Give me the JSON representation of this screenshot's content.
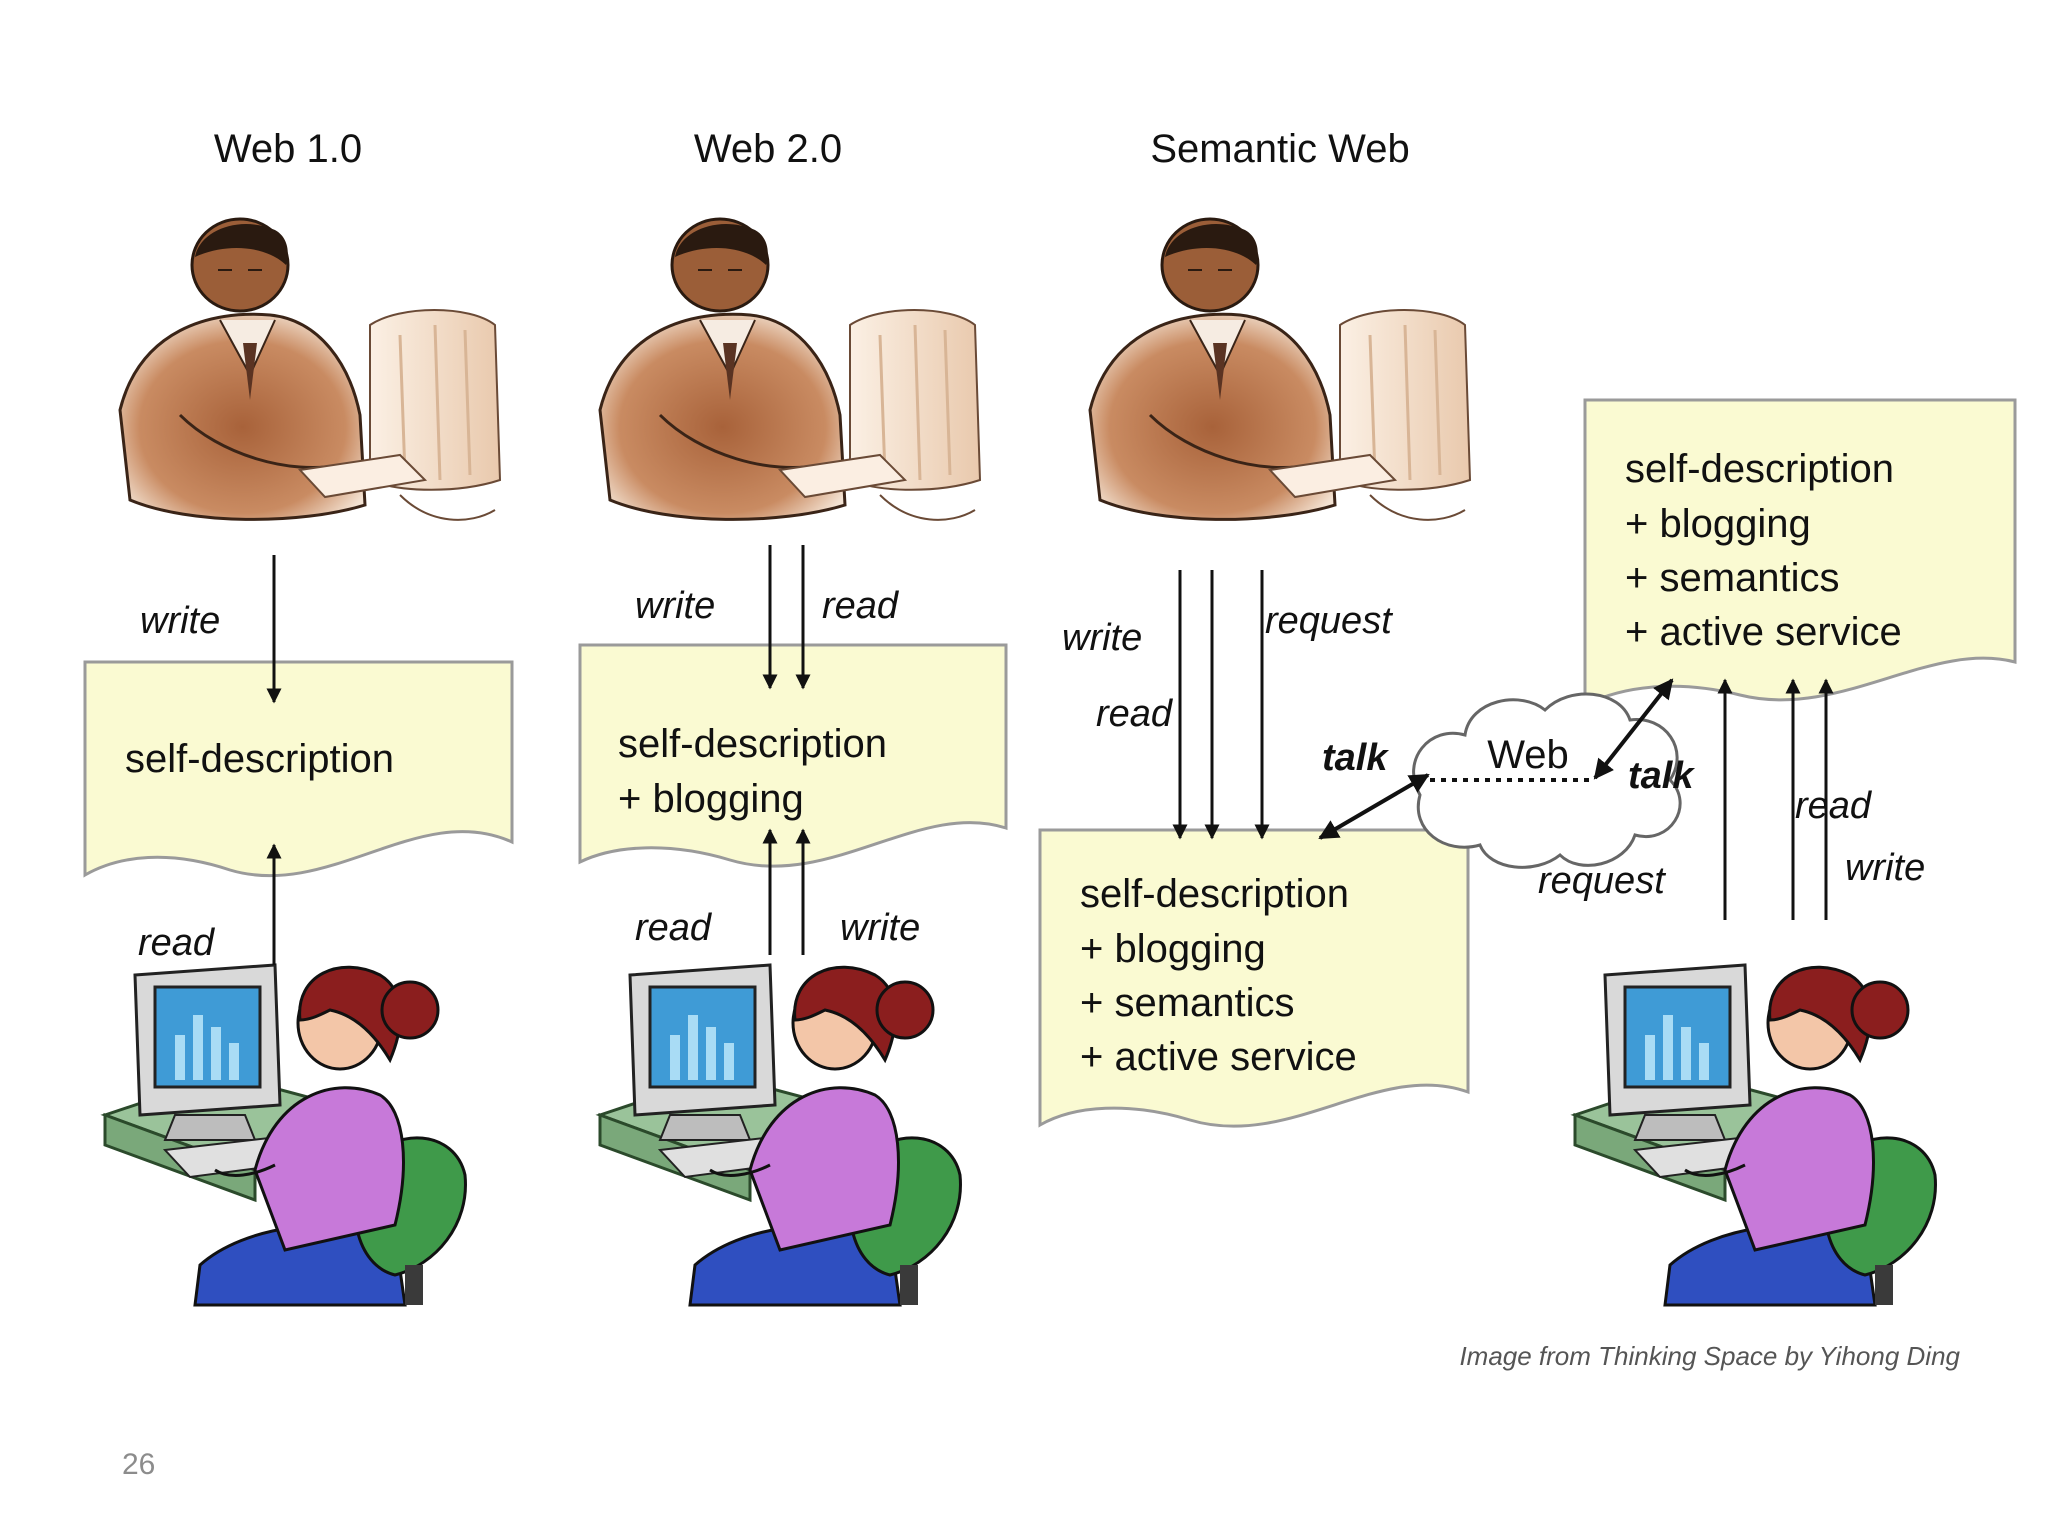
{
  "slide": {
    "number": "26"
  },
  "columns": [
    {
      "title": "Web 1.0"
    },
    {
      "title": "Web 2.0"
    },
    {
      "title": "Semantic Web"
    }
  ],
  "documents": {
    "web1": [
      "self-description"
    ],
    "web2": [
      "self-description",
      "+ blogging"
    ],
    "semantic_left": [
      "self-description",
      "+ blogging",
      "+ semantics",
      "+ active service"
    ],
    "semantic_right": [
      "self-description",
      "+ blogging",
      "+ semantics",
      "+ active service"
    ]
  },
  "labels": {
    "web1_write": "write",
    "web1_read": "read",
    "web2_write_top": "write",
    "web2_read_top": "read",
    "web2_read_bottom": "read",
    "web2_write_bottom": "write",
    "sem_write": "write",
    "sem_read": "read",
    "sem_request": "request",
    "talk_left": "talk",
    "talk_right": "talk",
    "cloud_web": "Web",
    "right_request": "request",
    "right_read": "read",
    "right_write": "write"
  },
  "credit": "Image from Thinking Space by Yihong Ding",
  "colors": {
    "document_fill": "#fafad2",
    "document_stroke": "#9a9a9a",
    "skin": "#b8784e",
    "hair_female": "#8b1e1e",
    "sweater": "#c779d9",
    "chair": "#3f9a4a",
    "pants": "#2f4fc0",
    "screen": "#3f9bd6",
    "desk": "#9ac39a"
  }
}
